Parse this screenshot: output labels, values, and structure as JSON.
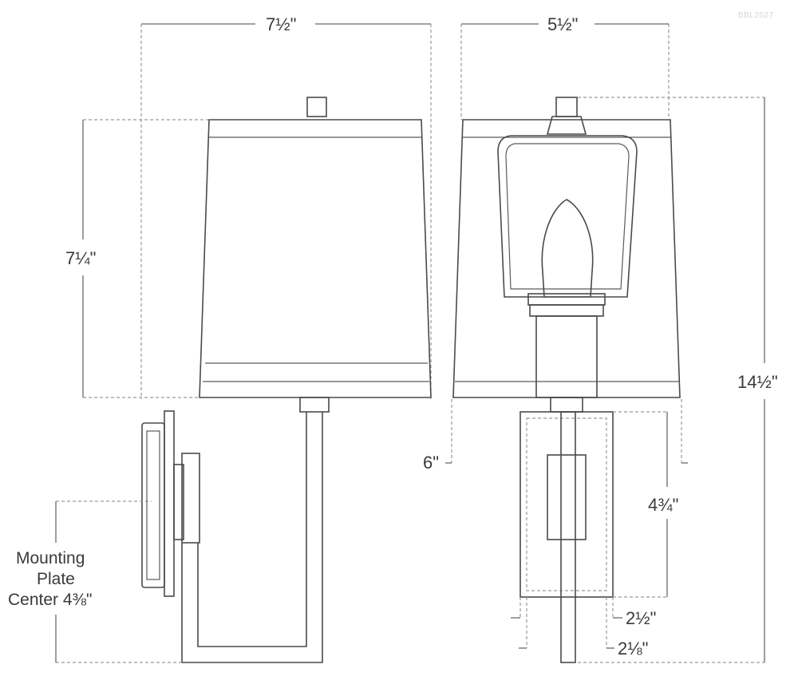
{
  "product_code": "BBL2027",
  "dimensions": {
    "width_side": "7½\"",
    "width_front": "5½\"",
    "shade_height": "7¼\"",
    "overall_height": "14½\"",
    "extension": "6\"",
    "backplate_height": "4¾\"",
    "backplate_width": "2½\"",
    "arm_width": "2⅛\""
  },
  "mounting_label": {
    "line1": "Mounting",
    "line2": "Plate",
    "line3": "Center 4⅜\""
  }
}
